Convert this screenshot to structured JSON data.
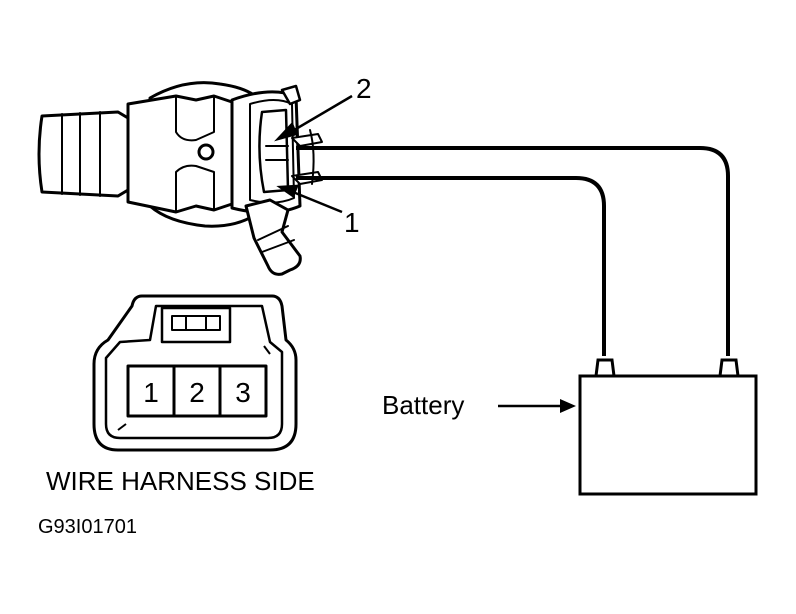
{
  "callouts": {
    "label_1": "1",
    "label_2": "2"
  },
  "connector": {
    "pin_1": "1",
    "pin_2": "2",
    "pin_3": "3"
  },
  "connector_caption": "WIRE HARNESS SIDE",
  "battery_label": "Battery",
  "figure_code": "G93I01701",
  "colors": {
    "ink": "#000000",
    "paper": "#ffffff"
  }
}
